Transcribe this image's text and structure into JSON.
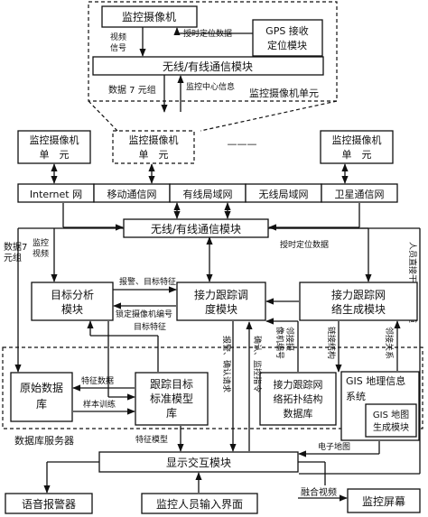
{
  "top_unit": {
    "camera": "监控摄像机",
    "gps_line1": "GPS 接收",
    "gps_line2": "定位模块",
    "timing_data": "授时定位数据",
    "video_line1": "视频",
    "video_line2": "信号",
    "wireless_module": "无线/有线通信模块",
    "data_group": "数据 7 元组",
    "center_info": "监控中心信息",
    "unit_caption": "监控摄像机单元"
  },
  "camera_units": {
    "line1": "监控摄像机",
    "line2": "单　元",
    "ellipsis": "———"
  },
  "networks": [
    "Internet 网",
    "移动通信网",
    "有线局域网",
    "无线局域网",
    "卫星通信网"
  ],
  "center": {
    "wireless_module": "无线/有线通信模块",
    "data_group_line1": "数据7",
    "data_group_line2": "元组",
    "monitor_video_line1": "监控",
    "monitor_video_line2": "视频",
    "timing_data": "授时定位数据",
    "human_intervention": "人员直接干预调度通道",
    "target_analysis_line1": "目标分析",
    "target_analysis_line2": "模块",
    "alarm_feature": "报警、目标特征",
    "lock_camera_no": "锁定摄像机编号",
    "target_feature": "目标特征",
    "relay_schedule_line1": "接力跟踪调",
    "relay_schedule_line2": "度模块",
    "relay_net_line1": "接力跟踪网",
    "relay_net_line2": "络生成模块",
    "adjacent_cam_line1": "邻接摄",
    "adjacent_cam_line2": "像机编号",
    "link_struct": "链接结构",
    "adjacent_rel": "邻接关系",
    "alarm_confirm": "报警、确认请求",
    "confirm_cmd": "确认、监控指令",
    "raw_db_line1": "原始数据",
    "raw_db_line2": "库",
    "feature_data": "特征数据",
    "sample_train": "样本训练",
    "track_model_line1": "跟踪目标",
    "track_model_line2": "标准模型",
    "track_model_line3": "库",
    "topo_db_line1": "接力跟踪网",
    "topo_db_line2": "络拓扑结构",
    "topo_db_line3": "数据库",
    "gis_line1": "GIS 地理信息",
    "gis_line2": "系统",
    "gis_map_line1": "GIS 地图",
    "gis_map_line2": "生成模块",
    "electronic_map": "电子地图",
    "db_server": "数据库服务器",
    "feature_model": "特征模型",
    "display_module": "显示交互模块",
    "fused_video": "融合视频",
    "voice_alarm": "语音报警器",
    "operator_ui": "监控人员输入界面",
    "screen": "监控屏幕"
  }
}
